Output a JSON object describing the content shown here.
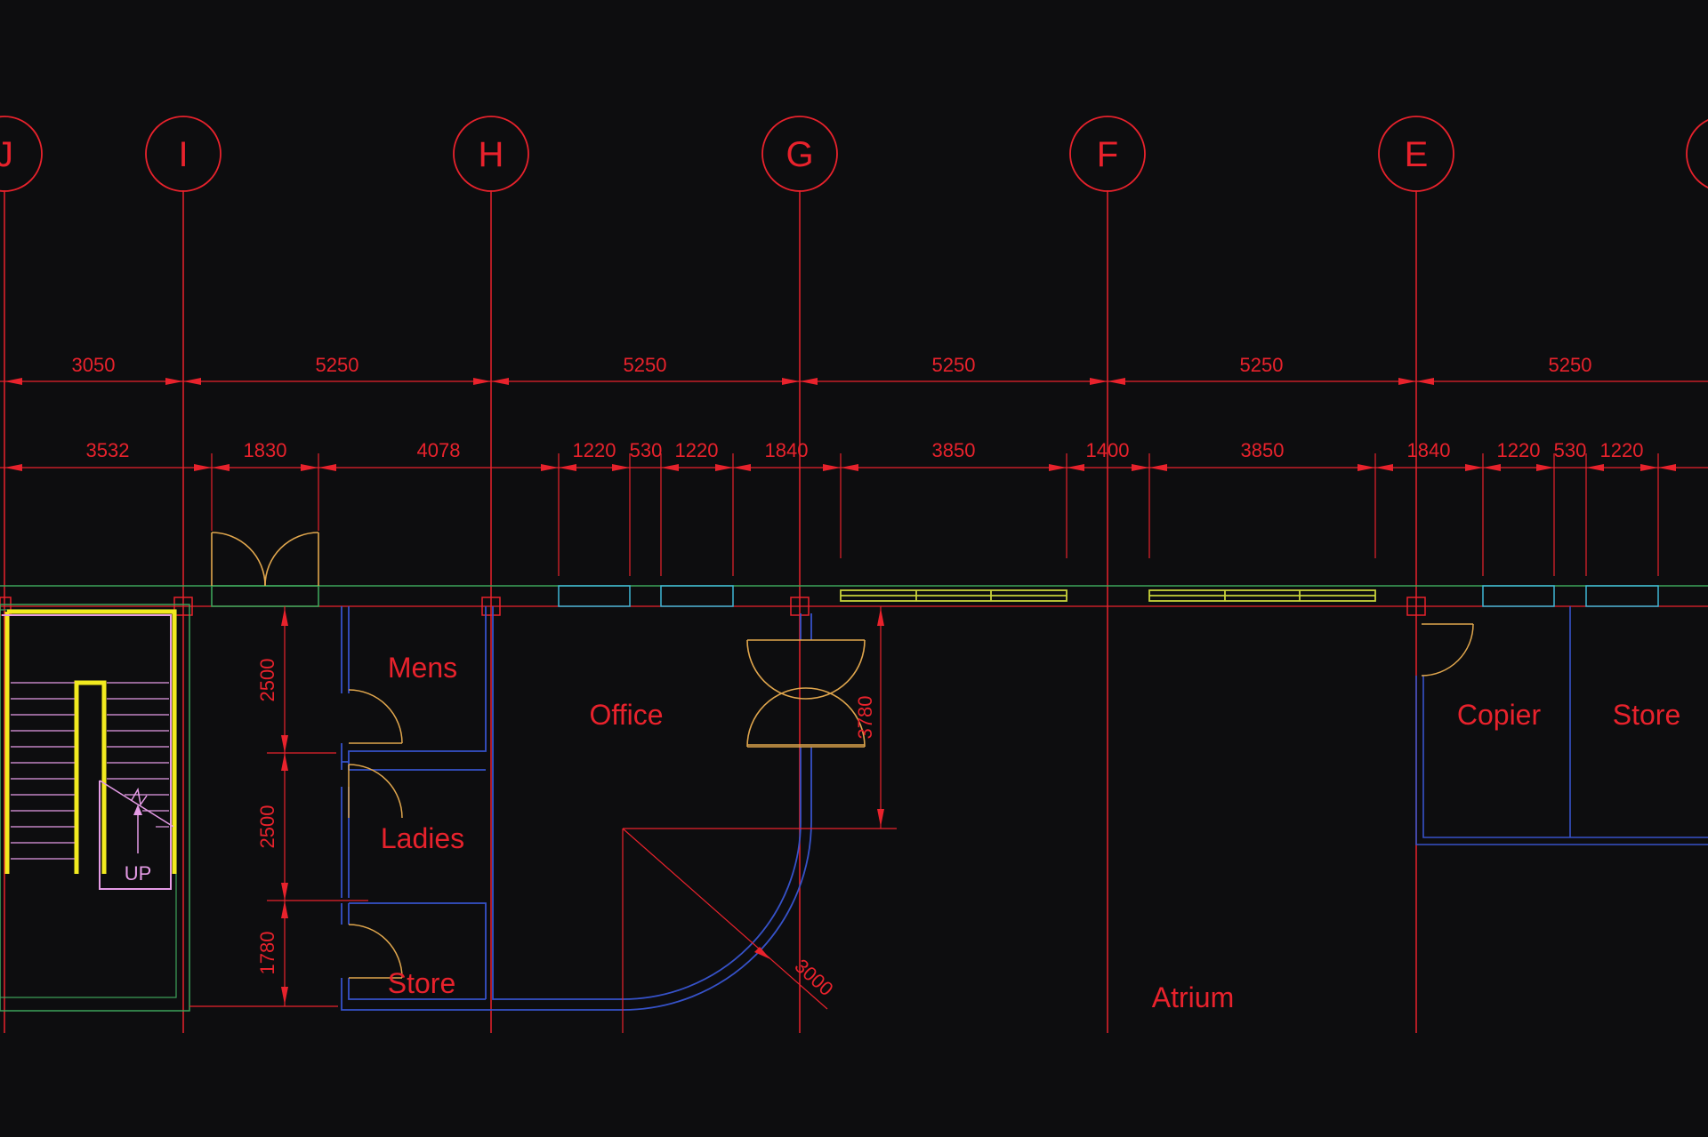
{
  "colors": {
    "background": "#0d0d0f",
    "grid": "#e8222c",
    "dimension": "#e8222c",
    "wall_blue": "#3652c9",
    "wall_green": "#3da35a",
    "window_cyan": "#3fb6d6",
    "window_yellow": "#c8d23a",
    "door_orange": "#e0a64d",
    "stair_yellow": "#f2ea1f",
    "stair_magenta": "#e59be6"
  },
  "grid_labels": [
    "J",
    "I",
    "H",
    "G",
    "F",
    "E"
  ],
  "overall_dimensions": [
    "3050",
    "5250",
    "5250",
    "5250",
    "5250",
    "5250"
  ],
  "detail_dimensions": [
    "3532",
    "1830",
    "4078",
    "1220",
    "530",
    "1220",
    "1840",
    "3850",
    "1400",
    "3850",
    "1840",
    "1220",
    "530",
    "1220"
  ],
  "vertical_dimensions": [
    "2500",
    "2500",
    "1780",
    "3780"
  ],
  "radius_dimension": "3000",
  "rooms": {
    "mens": "Mens",
    "ladies": "Ladies",
    "store_left": "Store",
    "office": "Office",
    "atrium": "Atrium",
    "copier": "Copier",
    "store_right": "Store"
  },
  "stair_label": "UP"
}
